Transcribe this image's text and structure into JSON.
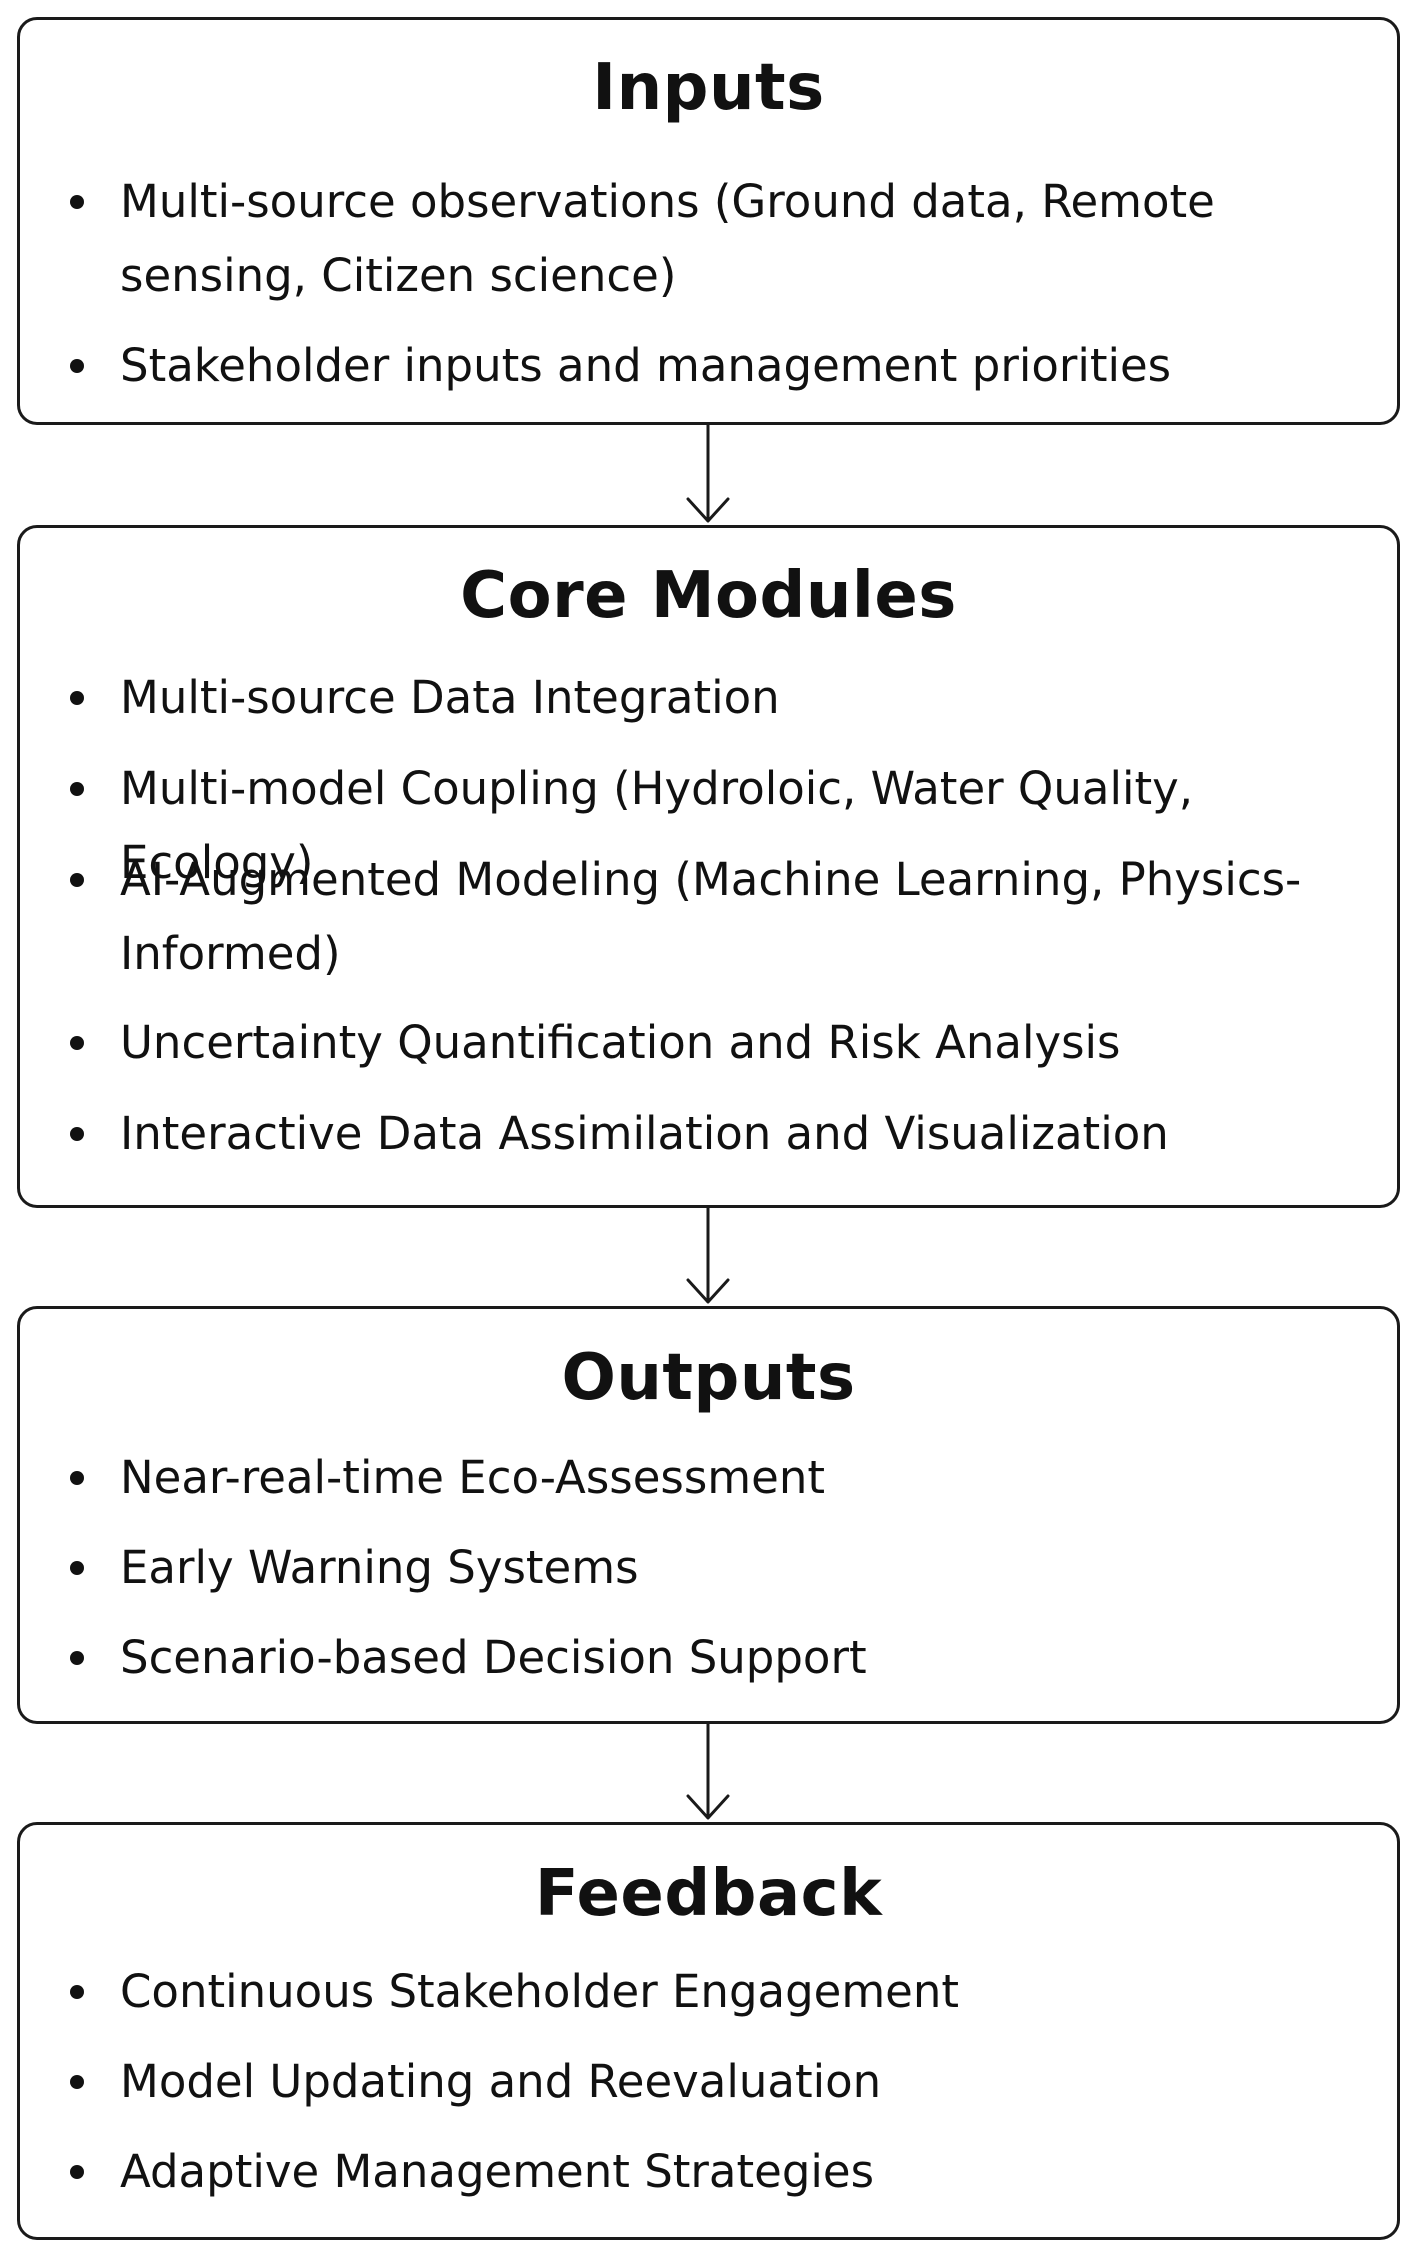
{
  "diagram": {
    "inputs": {
      "title": "Inputs",
      "items": [
        "Multi-source observations (Ground data, Remote sensing, Citizen science)",
        "Stakeholder inputs and management priorities"
      ]
    },
    "core_modules": {
      "title": "Core Modules",
      "items": [
        "Multi-source Data Integration",
        "Multi-model Coupling (Hydroloic, Water Quality, Ecology)",
        "AI-Augmented Modeling (Machine Learning, Physics-Informed)",
        "Uncertainty Quantification and Risk Analysis",
        "Interactive Data Assimilation and Visualization"
      ]
    },
    "outputs": {
      "title": "Outputs",
      "items": [
        "Near-real-time Eco-Assessment",
        "Early Warning Systems",
        "Scenario-based Decision Support"
      ]
    },
    "feedback": {
      "title": "Feedback",
      "items": [
        "Continuous Stakeholder Engagement",
        "Model Updating and Reevaluation",
        "Adaptive Management Strategies"
      ]
    }
  },
  "colors": {
    "stroke": "#1a1a1a",
    "text": "#111111",
    "background": "#ffffff"
  }
}
